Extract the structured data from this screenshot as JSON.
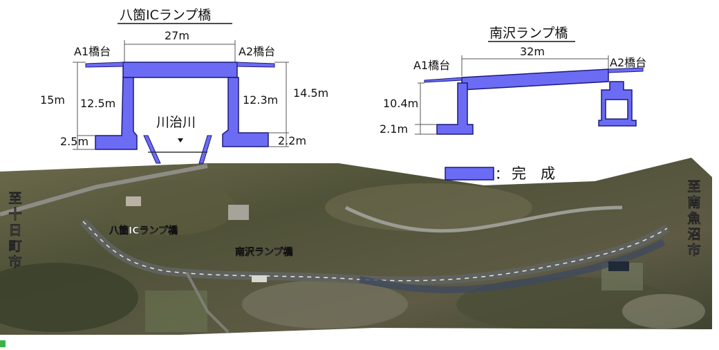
{
  "hakko_bridge": {
    "title": "八箇ICランプ橋",
    "span": "27m",
    "a1_label": "A1橋台",
    "a2_label": "A2橋台",
    "left_total_height": "15m",
    "left_pier_height": "12.5m",
    "left_footing_height": "2.5m",
    "right_pier_height": "12.3m",
    "right_total_height": "14.5m",
    "right_footing_height": "2.2m",
    "river_label": "川治川"
  },
  "minamisawa_bridge": {
    "title": "南沢ランプ橋",
    "span": "32m",
    "a1_label": "A1橋台",
    "a2_label": "A2橋台",
    "pier_height": "10.4m",
    "footing_height": "2.1m"
  },
  "legend": {
    "colon": "：",
    "label": "完　成",
    "color": "#6b6bf4"
  },
  "aerial": {
    "left_direction": [
      "至",
      "十",
      "日",
      "町",
      "市"
    ],
    "right_direction": [
      "至",
      "南",
      "魚",
      "沼",
      "市"
    ],
    "hakko_label": "八箇ICランプ橋",
    "minamisawa_label": "南沢ランプ橋"
  },
  "colors": {
    "structure_fill": "#6b6bf4",
    "structure_stroke": "#1a1a7a",
    "dimension_line": "#555555"
  }
}
